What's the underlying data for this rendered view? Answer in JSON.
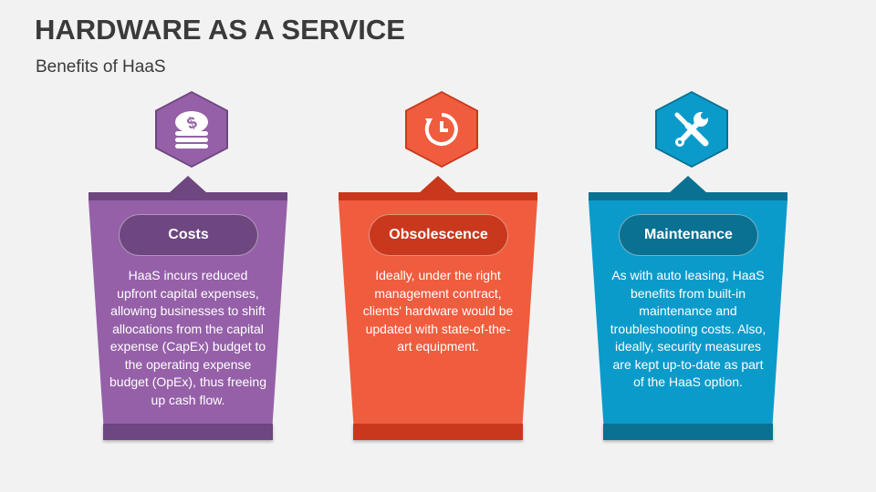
{
  "title": "HARDWARE AS A SERVICE",
  "subtitle": "Benefits of HaaS",
  "cards": [
    {
      "heading": "Costs",
      "text": "HaaS incurs reduced upfront capital expenses, allowing businesses to shift allocations from the capital expense (CapEx) budget to the operating expense budget (OpEx), thus freeing up cash flow.",
      "icon": "coins-dollar-icon",
      "color": "#9560a8",
      "dark": "#6e4680"
    },
    {
      "heading": "Obsolescence",
      "text": "Ideally, under the right management contract, clients' hardware would be updated with state-of-the-art equipment.",
      "icon": "clock-refresh-icon",
      "color": "#f05c3e",
      "dark": "#c9381c"
    },
    {
      "heading": "Maintenance",
      "text": "As with auto leasing, HaaS benefits from built-in maintenance and troubleshooting costs. Also, ideally, security measures are kept up-to-date as part of the HaaS option.",
      "icon": "tools-icon",
      "color": "#0b9bcb",
      "dark": "#0a7192"
    }
  ]
}
